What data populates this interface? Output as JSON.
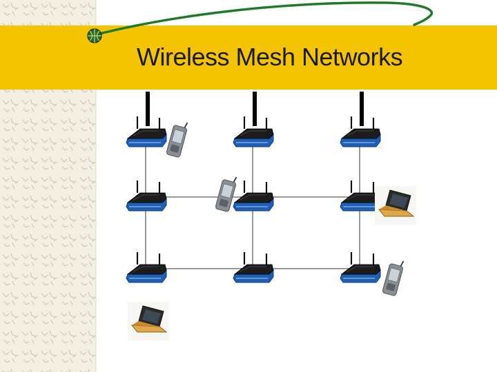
{
  "slide": {
    "title": "Wireless Mesh Networks"
  },
  "colors": {
    "title_band": "#f5c400",
    "left_pattern": "#f3efe3",
    "router_body": "#1f5fb4",
    "router_top": "#1c1c1c",
    "link_line": "#333333",
    "swoosh": "#1f7a28"
  },
  "diagram": {
    "nodes": [
      {
        "id": "r11",
        "type": "router",
        "row": 1,
        "col": 1,
        "uplink": true
      },
      {
        "id": "r12",
        "type": "router",
        "row": 1,
        "col": 2,
        "uplink": true
      },
      {
        "id": "r13",
        "type": "router",
        "row": 1,
        "col": 3,
        "uplink": true
      },
      {
        "id": "r21",
        "type": "router",
        "row": 2,
        "col": 1,
        "uplink": false
      },
      {
        "id": "r22",
        "type": "router",
        "row": 2,
        "col": 2,
        "uplink": false
      },
      {
        "id": "r23",
        "type": "router",
        "row": 2,
        "col": 3,
        "uplink": false
      },
      {
        "id": "r31",
        "type": "router",
        "row": 3,
        "col": 1,
        "uplink": false
      },
      {
        "id": "r32",
        "type": "router",
        "row": 3,
        "col": 2,
        "uplink": false
      },
      {
        "id": "r33",
        "type": "router",
        "row": 3,
        "col": 3,
        "uplink": false
      }
    ],
    "links": [
      [
        "r11",
        "r21"
      ],
      [
        "r21",
        "r31"
      ],
      [
        "r12",
        "r22"
      ],
      [
        "r22",
        "r32"
      ],
      [
        "r13",
        "r23"
      ],
      [
        "r23",
        "r33"
      ],
      [
        "r21",
        "r22"
      ],
      [
        "r22",
        "r23"
      ],
      [
        "r31",
        "r32"
      ],
      [
        "r32",
        "r33"
      ]
    ],
    "clients": [
      {
        "id": "pda-1",
        "type": "pda",
        "near": "r11"
      },
      {
        "id": "pda-2",
        "type": "pda",
        "near": "r22"
      },
      {
        "id": "laptop-1",
        "type": "laptop",
        "near": "r23"
      },
      {
        "id": "pda-3",
        "type": "pda",
        "near": "r33"
      },
      {
        "id": "laptop-2",
        "type": "laptop",
        "near": "r31"
      }
    ]
  }
}
